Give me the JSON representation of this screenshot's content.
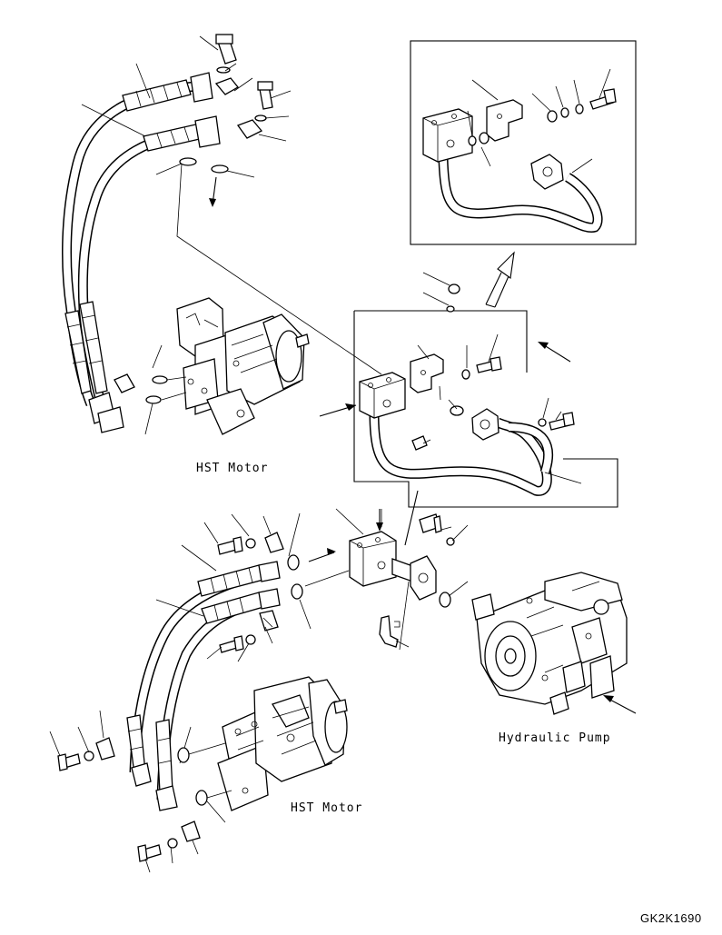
{
  "labels": {
    "hst_motor_upper": "HST Motor",
    "hst_motor_lower": "HST Motor",
    "hydraulic_pump": "Hydraulic Pump",
    "drawing_code": "GK2K1690"
  }
}
